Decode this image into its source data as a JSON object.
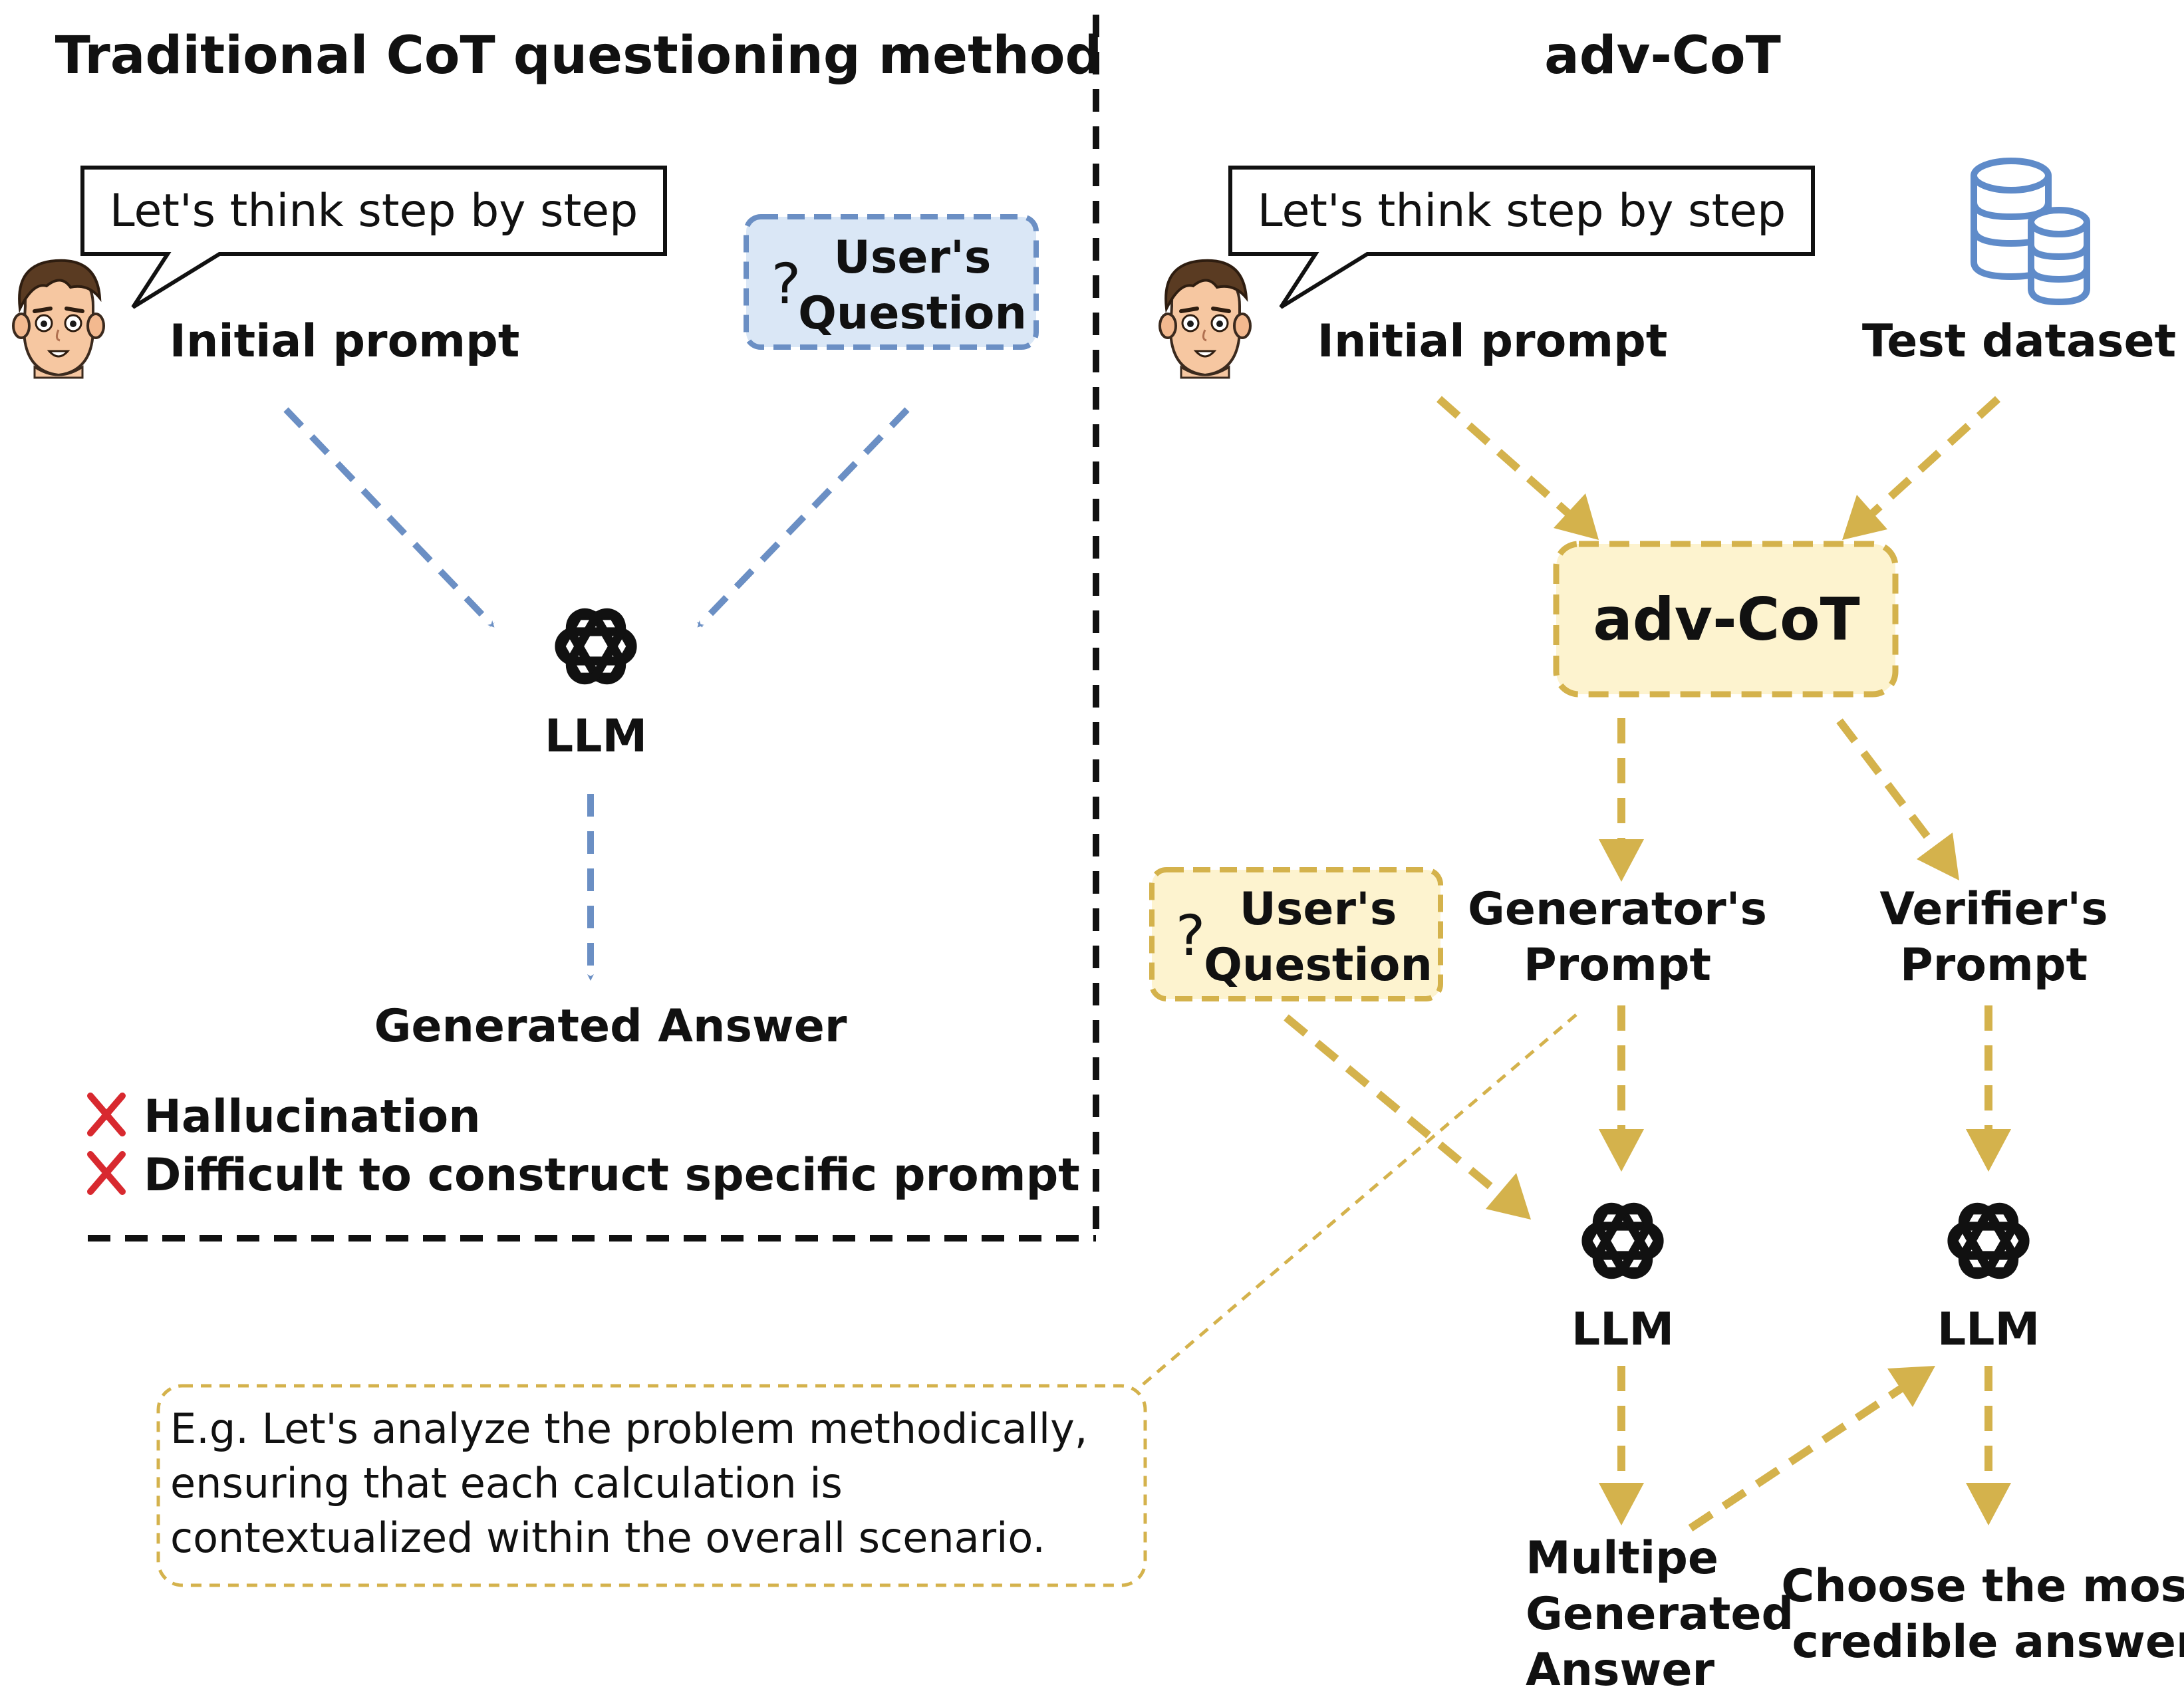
{
  "left_panel": {
    "title": "Traditional CoT questioning method",
    "speech_bubble": "Let's think step by step",
    "initial_prompt_label": "Initial prompt",
    "question_mark": "?",
    "user_question_line1": "User's",
    "user_question_line2": "Question",
    "llm_label": "LLM",
    "generated_answer_label": "Generated Answer",
    "drawbacks": [
      {
        "icon": "cross-mark-icon",
        "text": "Hallucination"
      },
      {
        "icon": "cross-mark-icon",
        "text": "Difficult to construct specific prompt"
      }
    ]
  },
  "right_panel": {
    "title": "adv-CoT",
    "speech_bubble": "Let's think step by step",
    "initial_prompt_label": "Initial prompt",
    "test_dataset_label": "Test dataset",
    "adv_cot_box": "adv-CoT",
    "question_mark": "?",
    "user_question_line1": "User's",
    "user_question_line2": "Question",
    "generator_prompt_line1": "Generator's",
    "generator_prompt_line2": "Prompt",
    "verifier_prompt_line1": "Verifier's",
    "verifier_prompt_line2": "Prompt",
    "llm_generator_label": "LLM",
    "llm_verifier_label": "LLM",
    "multiple_answer_lines": [
      "Multipe",
      "Generated",
      "Answer"
    ],
    "choose_answer_lines": [
      "Choose the most",
      "credible answer"
    ]
  },
  "example_box": {
    "lines": [
      "E.g. Let's analyze the problem methodically,",
      "ensuring that each calculation is",
      "contextualized within the overall scenario."
    ]
  },
  "colors": {
    "blue_arrow": "#6B8FC4",
    "blue_box_fill": "#DAE7F6",
    "gold_arrow": "#D4B24C",
    "gold_box_fill": "#FDF3CF",
    "cross_red": "#D8292F",
    "divider": "#111111"
  }
}
